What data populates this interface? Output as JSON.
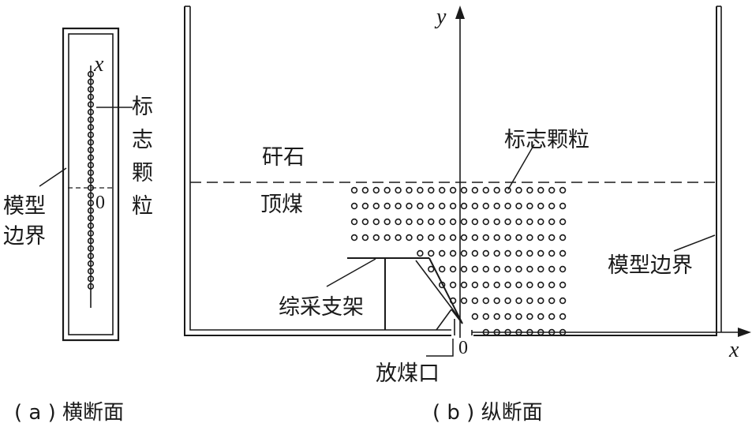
{
  "panel_a": {
    "axis_x": "x",
    "origin": "0",
    "particles_label": [
      "标",
      "志",
      "颗",
      "粒"
    ],
    "boundary_label": [
      "模型",
      "边界"
    ],
    "caption": "( a ) 横断面"
  },
  "panel_b": {
    "axis_y": "y",
    "axis_x": "x",
    "origin": "0",
    "rock_label": "矸石",
    "coal_label": "顶煤",
    "particles_label": "标志颗粒",
    "boundary_label": "模型边界",
    "support_label": "综采支架",
    "outlet_label": "放煤口",
    "caption": "( b ) 纵断面"
  },
  "colors": {
    "ink": "#1a1a1a",
    "background": "#ffffff"
  }
}
